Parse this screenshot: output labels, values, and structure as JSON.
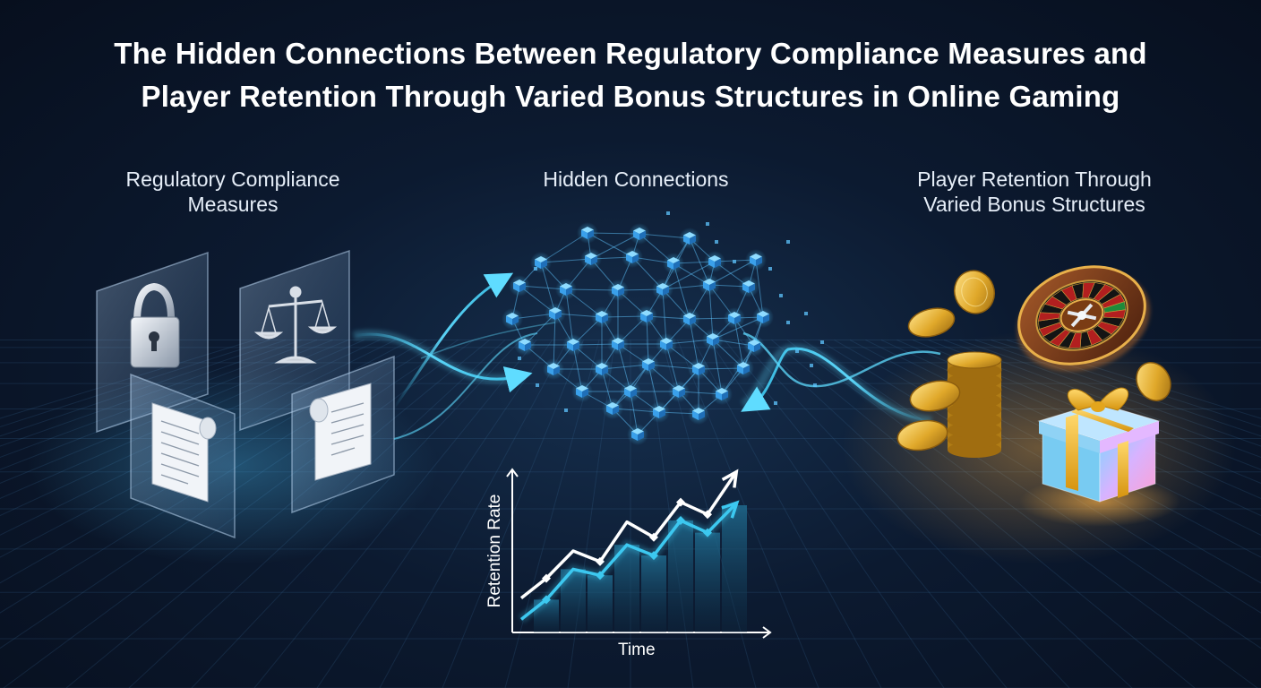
{
  "title": {
    "line1": "The Hidden Connections Between Regulatory Compliance Measures and",
    "line2": "Player Retention Through Varied Bonus Structures in Online Gaming"
  },
  "sections": {
    "left": {
      "line1": "Regulatory Compliance",
      "line2": "Measures"
    },
    "middle": {
      "line1": "Hidden Connections"
    },
    "right": {
      "line1": "Player Retention Through",
      "line2": "Varied Bonus Structures"
    }
  },
  "chart_data": {
    "type": "line",
    "xlabel": "Time",
    "ylabel": "Retention Rate",
    "grid": false,
    "x": [
      1,
      2,
      3,
      4,
      5,
      6,
      7,
      8
    ],
    "xlim": [
      0,
      9
    ],
    "ylim": [
      0,
      10
    ],
    "series": [
      {
        "color": "#ffffff",
        "values": [
          3.2,
          5.0,
          4.3,
          6.9,
          5.9,
          8.2,
          7.4,
          10.0
        ]
      },
      {
        "color": "#3cc8f0",
        "values": [
          1.8,
          3.8,
          3.4,
          5.4,
          4.7,
          7.0,
          6.2,
          8.0
        ]
      }
    ]
  },
  "colors": {
    "accent": "#3cc8f0",
    "node": "#3aa0ea",
    "gold": "#f2c94c",
    "background": "#0c1a30"
  },
  "icons": [
    "lock-icon",
    "scales-of-justice-icon",
    "document-scroll-icon",
    "gold-coin-icon",
    "roulette-wheel-icon",
    "gift-box-icon"
  ]
}
